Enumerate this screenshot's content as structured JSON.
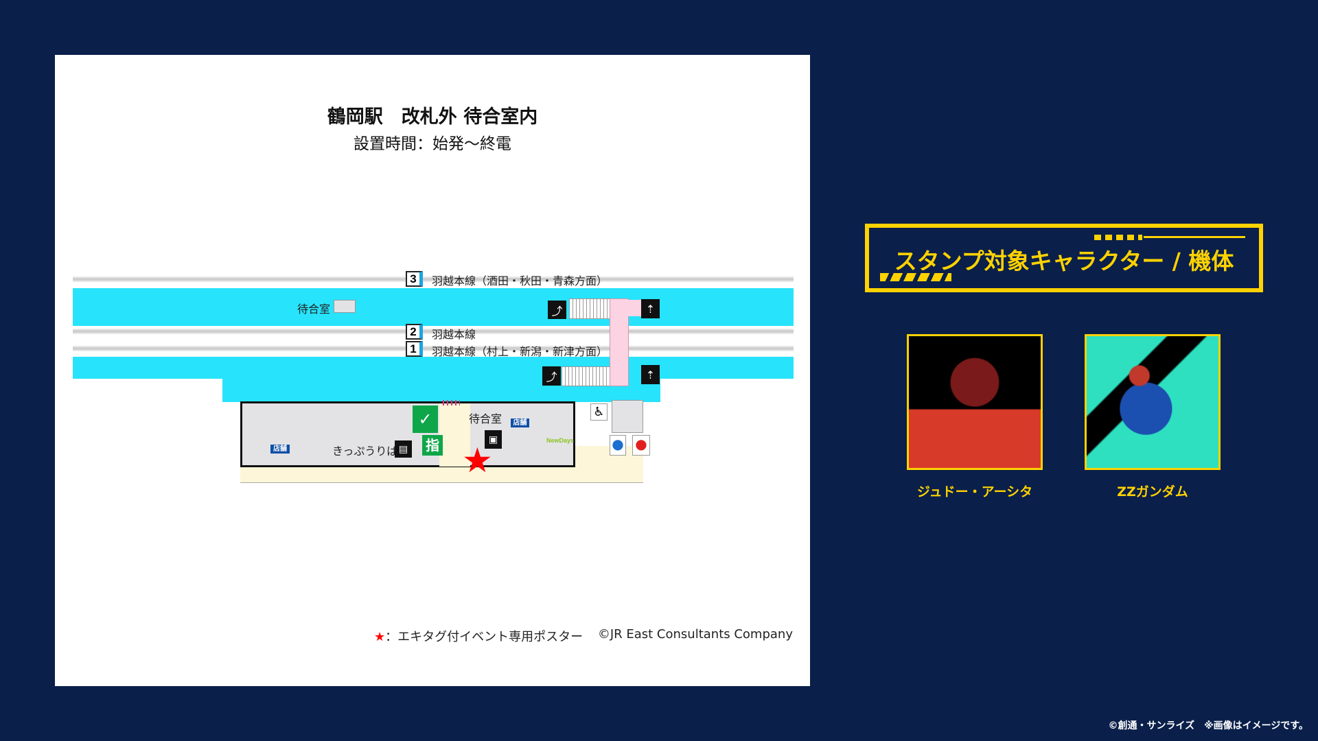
{
  "map": {
    "title": "鶴岡駅　改札外 待合室内",
    "subtitle": "設置時間：始発～終電",
    "tracks": [
      {
        "number": "3",
        "label": "羽越本線（酒田・秋田・青森方面）"
      },
      {
        "number": "2",
        "label": "羽越本線"
      },
      {
        "number": "1",
        "label": "羽越本線（村上・新潟・新津方面）"
      }
    ],
    "waiting_room_platform": "待合室",
    "waiting_room": "待合室",
    "ticket_office": "きっぷうりば",
    "shop_badge": "店舗",
    "reserved_seat_icon": "指",
    "newdays_logo": "NewDays",
    "legend_star": "★",
    "legend_text": "：エキタグ付イベント専用ポスター",
    "copyright": "©JR East Consultants Company"
  },
  "stamp_panel": {
    "heading": "スタンプ対象キャラクター / 機体",
    "characters": [
      {
        "name": "ジュドー・アーシタ"
      },
      {
        "name": "ZZガンダム"
      }
    ]
  },
  "footer": "©創通・サンライズ　※画像はイメージです。",
  "colors": {
    "background": "#0a1f4a",
    "accent": "#ffd200",
    "platform": "#27e3fb",
    "star": "#ff0000"
  }
}
